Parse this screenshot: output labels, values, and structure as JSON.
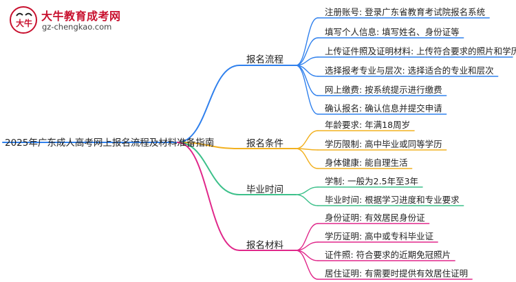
{
  "logo": {
    "title": "大牛教育成考网",
    "url": "gz-chengkao.com",
    "badge_glyph": "大牛"
  },
  "root": "2025年广东成人高考网上报名流程及材料准备指南",
  "colors": {
    "branch_1": "#2f80ed",
    "branch_2": "#f2b01e",
    "branch_3": "#3cc08a",
    "branch_4": "#e0278a",
    "logo_red": "#c8102e"
  },
  "branches": [
    {
      "label": "报名流程",
      "leaves": [
        "注册账号: 登录广东省教育考试院报名系统",
        "填写个人信息: 填写姓名、身份证等",
        "上传证件照及证明材料: 上传符合要求的照片和学历证明",
        "选择报考专业与层次: 选择适合的专业和层次",
        "网上缴费: 按系统提示进行缴费",
        "确认报名: 确认信息并提交申请"
      ]
    },
    {
      "label": "报名条件",
      "leaves": [
        "年龄要求: 年满18周岁",
        "学历限制: 高中毕业或同等学历",
        "身体健康: 能自理生活"
      ]
    },
    {
      "label": "毕业时间",
      "leaves": [
        "学制: 一般为2.5年至3年",
        "毕业时间: 根据学习进度和专业要求"
      ]
    },
    {
      "label": "报名材料",
      "leaves": [
        "身份证明: 有效居民身份证",
        "学历证明: 高中或专科毕业证",
        "证件照: 符合要求的近期免冠照片",
        "居住证明: 有需要时提供有效居住证明"
      ]
    }
  ]
}
